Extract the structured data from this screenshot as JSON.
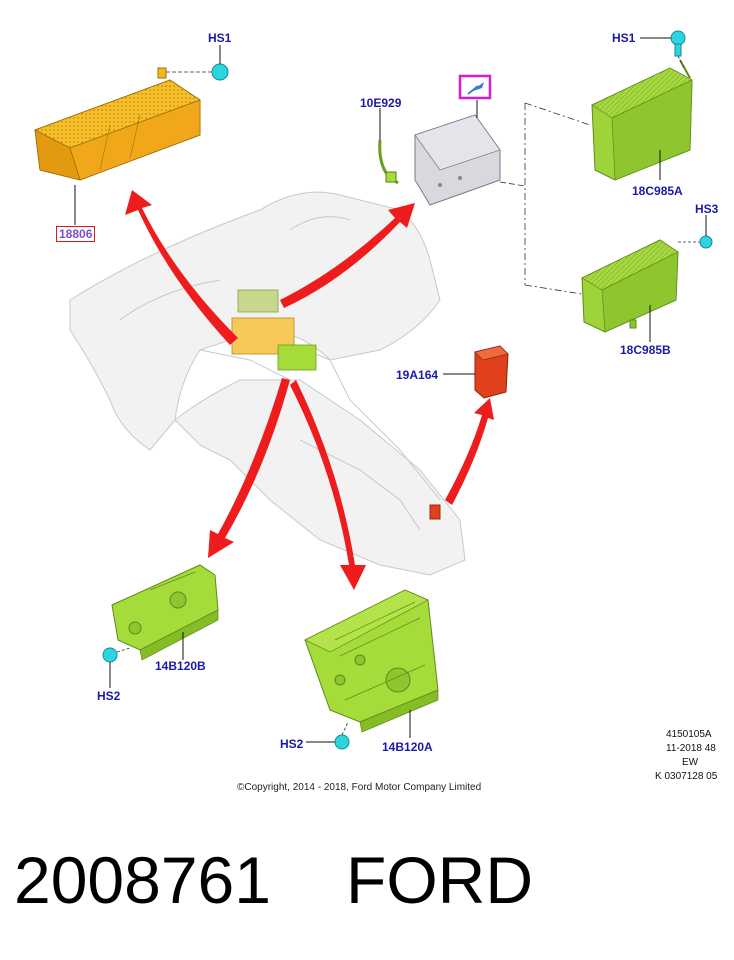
{
  "labels": {
    "hs1_top": "HS1",
    "p18806": "18806",
    "p10e929": "10E929",
    "hs1_right": "HS1",
    "p18c985a": "18C985A",
    "hs3": "HS3",
    "p18c985b": "18C985B",
    "p19a164": "19A164",
    "p14b120b": "14B120B",
    "hs2_left": "HS2",
    "hs2_bottom": "HS2",
    "p14b120a": "14B120A"
  },
  "meta": {
    "line1": "4150105A",
    "line2": "11-2018 48",
    "line3": "EW",
    "line4": "K 0307128  05"
  },
  "copyright": "©Copyright, 2014 - 2018, Ford Motor Company Limited",
  "footer": {
    "part_number": "2008761",
    "brand": "FORD"
  },
  "colors": {
    "arrow": "#ee1c1c",
    "label": "#1a1aa8",
    "radio_unit": "#f5b81c",
    "amplifier": "#9ed43a",
    "control_panel": "#a5dc3a",
    "relay": "#e0401c",
    "fastener": "#2bd6e0",
    "module": "#d8d8de",
    "marker": "#d61ad6"
  }
}
